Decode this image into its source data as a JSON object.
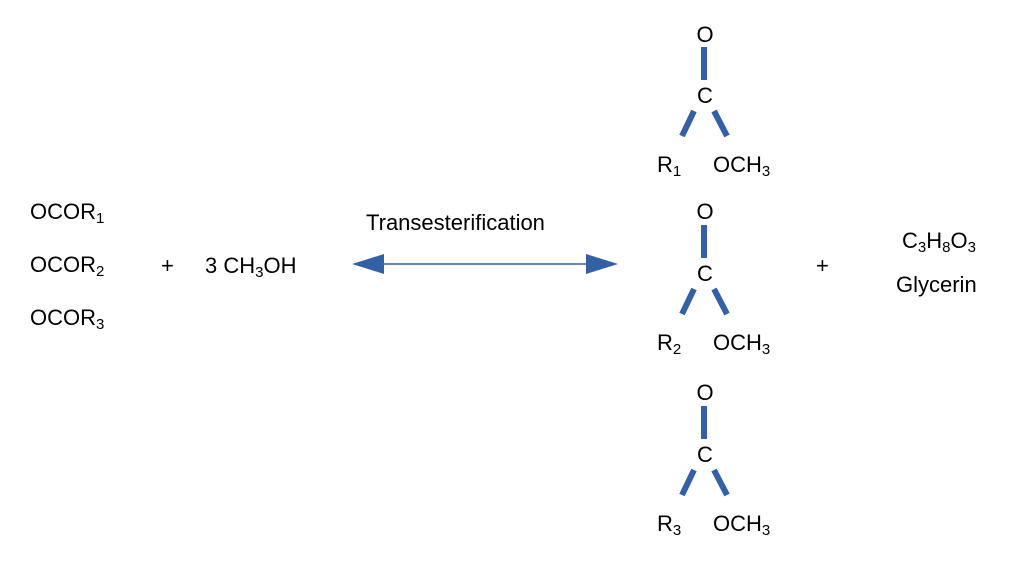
{
  "reactants": {
    "triglyceride": [
      {
        "prefix": "OCOR",
        "sub": "1"
      },
      {
        "prefix": "OCOR",
        "sub": "2"
      },
      {
        "prefix": "OCOR",
        "sub": "3"
      }
    ],
    "plus": "+",
    "methanol": {
      "coef": "3 CH",
      "sub": "3",
      "suffix": "OH"
    }
  },
  "reaction": {
    "label": "Transesterification"
  },
  "products": {
    "esters": [
      {
        "o": "O",
        "c": "C",
        "r": "R",
        "r_sub": "1",
        "och": "OCH",
        "och_sub": "3"
      },
      {
        "o": "O",
        "c": "C",
        "r": "R",
        "r_sub": "2",
        "och": "OCH",
        "och_sub": "3"
      },
      {
        "o": "O",
        "c": "C",
        "r": "R",
        "r_sub": "3",
        "och": "OCH",
        "och_sub": "3"
      }
    ],
    "plus": "+",
    "glycerin": {
      "formula": [
        {
          "el": "C",
          "n": "3"
        },
        {
          "el": "H",
          "n": "8"
        },
        {
          "el": "O",
          "n": "3"
        }
      ],
      "name": "Glycerin"
    }
  },
  "colors": {
    "bond": "#3461a5",
    "arrow": "#3461a5",
    "text": "#000000"
  }
}
